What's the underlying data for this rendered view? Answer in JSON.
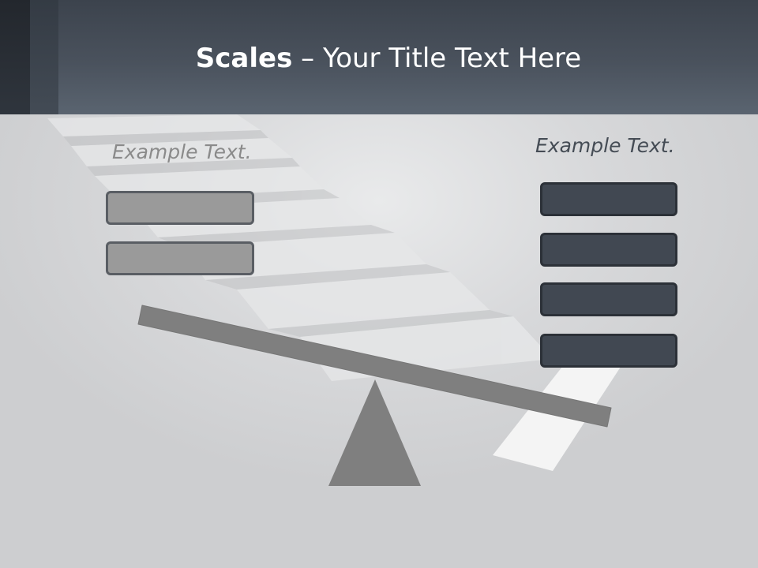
{
  "slide": {
    "title_bold": "Scales",
    "title_rest": " – Your Title Text Here"
  },
  "left_side": {
    "label": "Example Text.",
    "box_count": 2,
    "box_color": "#9a9a9a"
  },
  "right_side": {
    "label": "Example Text.",
    "box_count": 4,
    "box_color": "#414852"
  },
  "colors": {
    "header": "#4a525d",
    "beam": "#7f7f7f",
    "fulcrum": "#7f7f7f"
  }
}
